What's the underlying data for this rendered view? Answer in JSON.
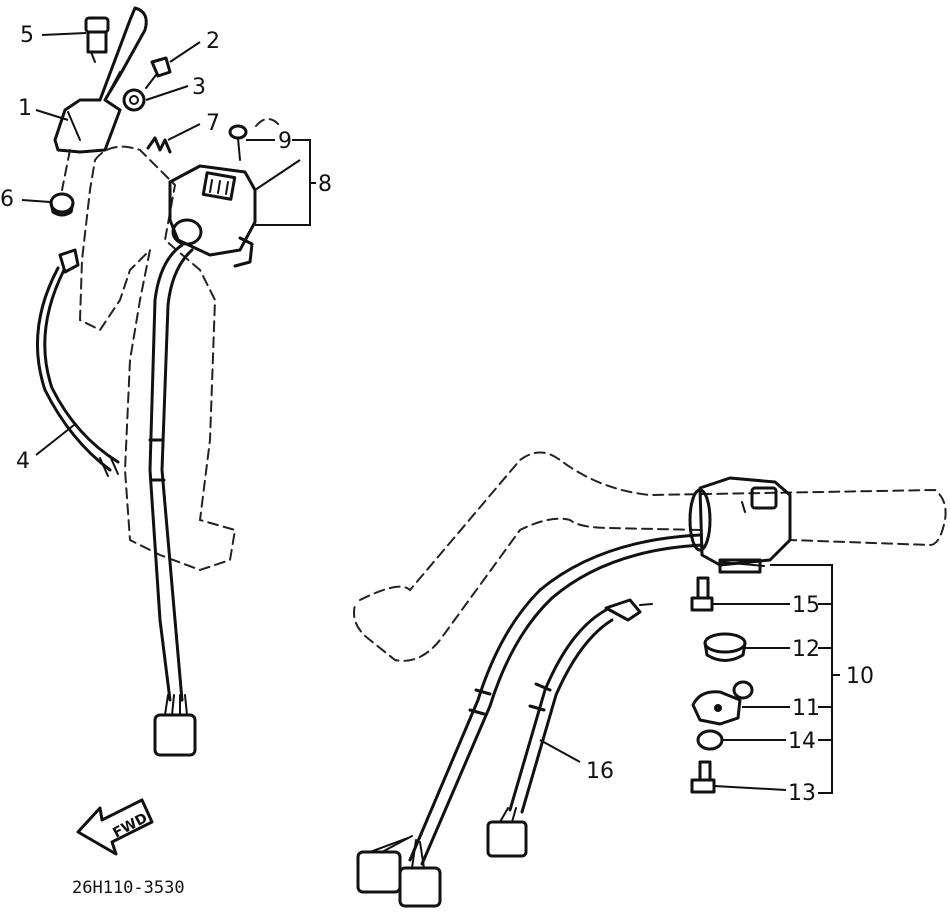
{
  "labels": {
    "p1": "1",
    "p2": "2",
    "p3": "3",
    "p4": "4",
    "p5": "5",
    "p6": "6",
    "p7": "7",
    "p8": "8",
    "p9": "9",
    "p10": "10",
    "p11": "11",
    "p12": "12",
    "p13": "13",
    "p14": "14",
    "p15": "15",
    "p16": "16"
  },
  "fwd_label": "FWD",
  "drawing_code": "26H110-3530"
}
